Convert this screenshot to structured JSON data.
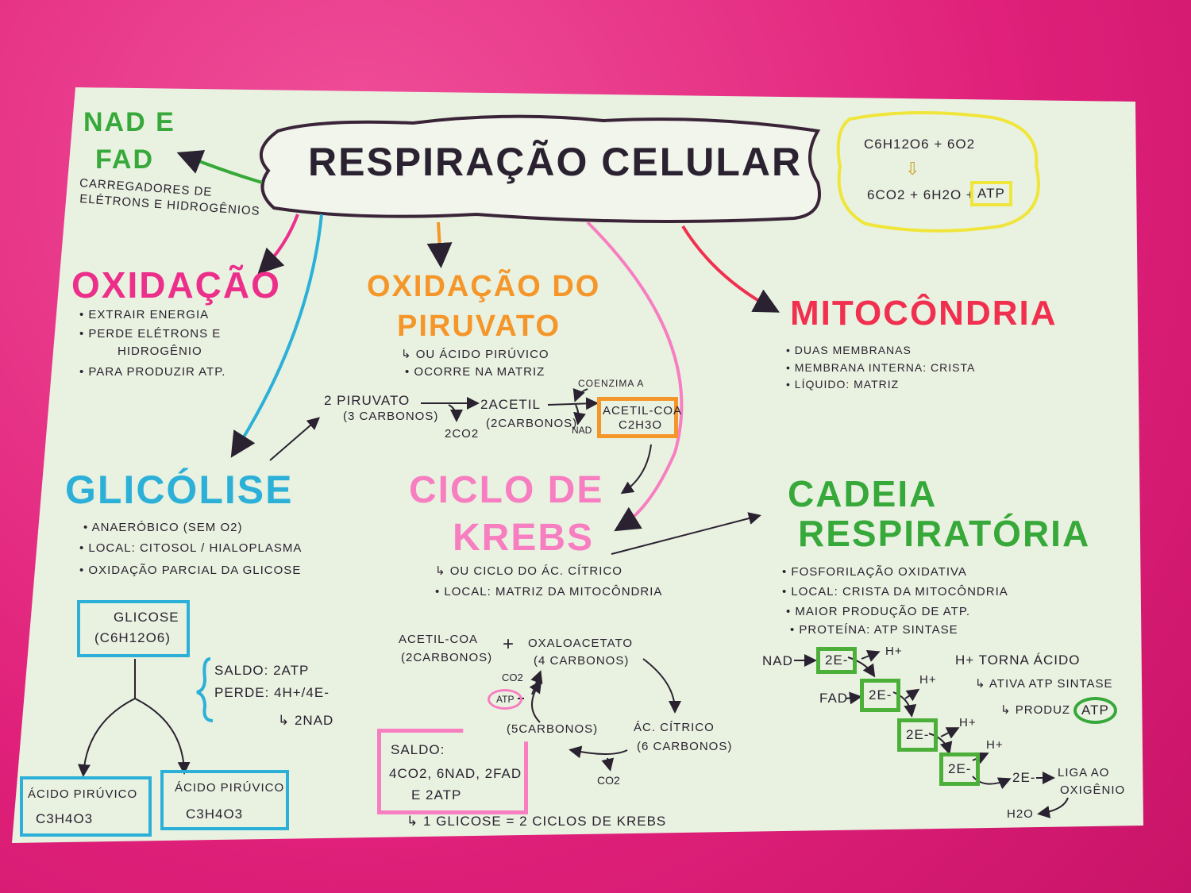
{
  "title": "Respiração Celular",
  "nad_fad": {
    "title_line1": "NAD E",
    "title_line2": "FAD",
    "desc_line1": "Carregadores de",
    "desc_line2": "elétrons e hidrogênios"
  },
  "equation": {
    "reactants": "C6H12O6 + 6O2",
    "products": "6CO2 + 6H2O +",
    "atp": "ATP"
  },
  "oxidacao": {
    "title": "Oxidação",
    "items": [
      "• Extrair energia",
      "• Perde elétrons e",
      "hidrogênio",
      "• Para produzir ATP."
    ]
  },
  "piruvato": {
    "title_line1": "Oxidação do",
    "title_line2": "Piruvato",
    "items": [
      "↳ ou ácido pirúvico",
      "• Ocorre na matriz"
    ],
    "flow": {
      "pyruvate": "2 Piruvato",
      "pyruvate_sub": "(3 carbonos)",
      "co2": "2CO2",
      "acetil": "2Acetil",
      "acetil_sub": "(2carbonos)",
      "nad": "NAD",
      "coenzima": "Coenzima A",
      "acetil_coa": "Acetil-CoA",
      "formula": "C2H3O"
    }
  },
  "mitocondria": {
    "title": "Mitocôndria",
    "items": [
      "• Duas membranas",
      "• Membrana interna: crista",
      "• Líquido: matriz"
    ]
  },
  "glicolise": {
    "title": "Glicólise",
    "items": [
      "• Anaeróbico (sem O2)",
      "• Local: citosol / hialoplasma",
      "• Oxidação parcial da glicose"
    ],
    "glicose": "Glicose",
    "glicose_formula": "(C6H12O6)",
    "saldo": "Saldo: 2ATP",
    "perde": "Perde: 4H+/4e-",
    "nad": "↳ 2NAD",
    "products": [
      {
        "name": "Ácido pirúvico",
        "formula": "C3H4O3"
      },
      {
        "name": "Ácido pirúvico",
        "formula": "C3H4O3"
      }
    ]
  },
  "krebs": {
    "title_line1": "Ciclo de",
    "title_line2": "Krebs",
    "items": [
      "↳ ou ciclo do ác. cítrico",
      "• Local: matriz da mitocôndria"
    ],
    "cycle": {
      "acetil": "Acetil-CoA",
      "acetil_sub": "(2carbonos)",
      "plus": "+",
      "oxalo": "Oxaloacetato",
      "oxalo_sub": "(4 carbonos)",
      "citrico": "Ác. cítrico",
      "citrico_sub": "(6 carbonos)",
      "co2_a": "CO2",
      "co2_b": "CO2",
      "cinco": "(5carbonos)",
      "atp": "ATP"
    },
    "saldo_label": "Saldo:",
    "saldo_line1": "4CO2, 6NAD, 2FAD",
    "saldo_line2": "e 2ATP",
    "note": "↳ 1 Glicose = 2 ciclos de Krebs"
  },
  "cadeia": {
    "title_line1": "Cadeia",
    "title_line2": "Respiratória",
    "items": [
      "• Fosforilação oxidativa",
      "• Local: crista da mitocôndria",
      "• Maior produção de ATP.",
      "• Proteína: ATP sintase"
    ],
    "chain": {
      "nad": "NAD",
      "fad": "FAD",
      "e": "2e-",
      "h": "H+",
      "e_out": "2e-",
      "liga": "Liga ao",
      "oxigenio": "oxigênio",
      "h2o": "H2O",
      "torna": "H+ torna ácido",
      "ativa": "↳ ativa ATP sintase",
      "produz": "↳ produz",
      "atp": "ATP"
    }
  }
}
